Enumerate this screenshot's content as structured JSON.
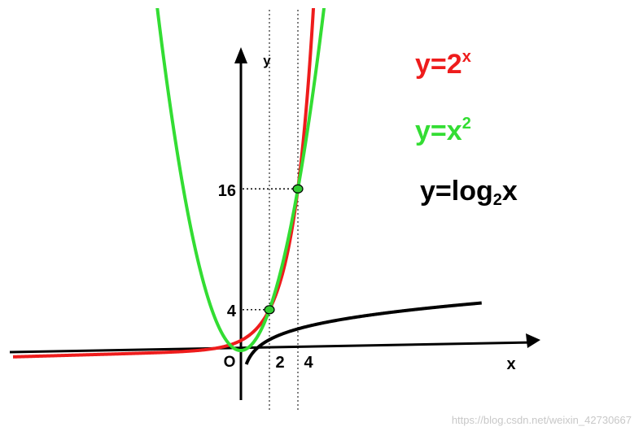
{
  "chart_data": {
    "type": "line",
    "x_axis_label": "x",
    "y_axis_label": "y",
    "origin_label": "O",
    "x_ticks": [
      {
        "value": 2,
        "label": "2"
      },
      {
        "value": 4,
        "label": "4"
      }
    ],
    "y_ticks": [
      {
        "value": 4,
        "label": "4"
      },
      {
        "value": 16,
        "label": "16"
      }
    ],
    "series": [
      {
        "name": "y=2^x",
        "color": "#ee1c1c",
        "function": "2^x"
      },
      {
        "name": "y=x^2",
        "color": "#33dd33",
        "function": "x^2"
      },
      {
        "name": "y=log2x",
        "color": "#000000",
        "function": "log2(x)"
      }
    ],
    "intersections": [
      {
        "x": 2,
        "y": 4
      },
      {
        "x": 4,
        "y": 16
      }
    ]
  },
  "legend": {
    "exp": {
      "base": "y=2",
      "exp": "x"
    },
    "sq": {
      "base": "y=x",
      "exp": "2"
    },
    "log": {
      "pre": "y=log",
      "sub": "2",
      "post": "x"
    }
  },
  "watermark": "https://blog.csdn.net/weixin_42730667"
}
